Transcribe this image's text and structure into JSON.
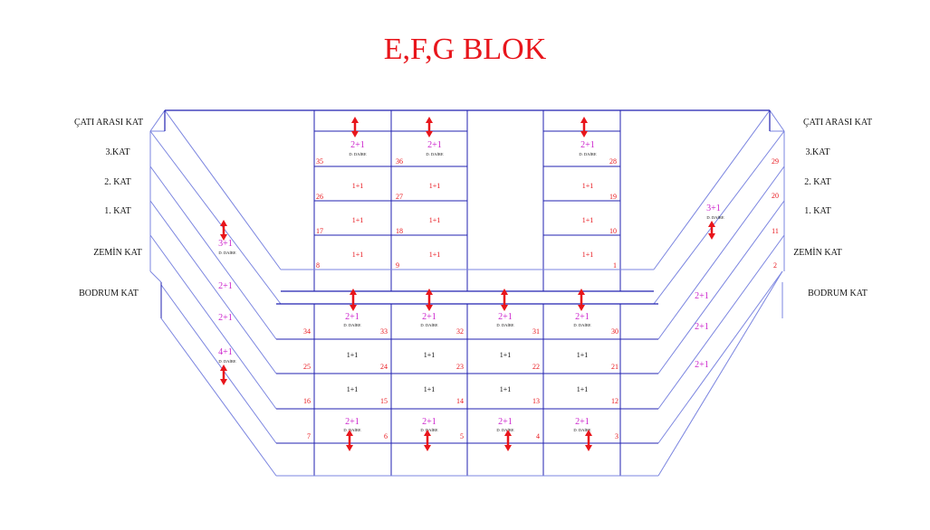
{
  "title": "E,F,G BLOK",
  "colors": {
    "grid_blue": "#2222b0",
    "diag_blue": "#7b85e0",
    "red": "#e8151b",
    "magenta": "#cc22cc",
    "label": "#111111"
  },
  "floor_labels_left": [
    "ÇATI ARASI KAT",
    "3.KAT",
    "2. KAT",
    "1. KAT",
    "ZEMİN KAT",
    "BODRUM KAT"
  ],
  "floor_labels_right": [
    "ÇATI ARASI KAT",
    "3.KAT",
    "2. KAT",
    "1. KAT",
    "ZEMİN KAT",
    "BODRUM KAT"
  ],
  "upper_block": {
    "roof_arrows": 3,
    "rows": [
      {
        "type": "2+1",
        "sub": "D. DAİRE",
        "cells": [
          {
            "num": "35"
          },
          {
            "num": "36"
          },
          {
            "num": ""
          },
          {
            "num": "28"
          }
        ]
      },
      {
        "type": "1+1",
        "cells": [
          {
            "num": "26"
          },
          {
            "num": "27"
          },
          {
            "num": ""
          },
          {
            "num": "19"
          }
        ]
      },
      {
        "type": "1+1",
        "cells": [
          {
            "num": "17"
          },
          {
            "num": "18"
          },
          {
            "num": ""
          },
          {
            "num": "10"
          }
        ]
      },
      {
        "type": "1+1",
        "cells": [
          {
            "num": "8"
          },
          {
            "num": "9"
          },
          {
            "num": ""
          },
          {
            "num": "1"
          }
        ]
      }
    ],
    "right_side_numbers": [
      "29",
      "20",
      "11",
      "2"
    ]
  },
  "lower_block": {
    "rows": [
      {
        "type": "2+1",
        "sub": "D. DAİRE",
        "nums": [
          "34",
          "33",
          "32",
          "31",
          "30"
        ]
      },
      {
        "type": "1+1",
        "nums": [
          "25",
          "24",
          "23",
          "22",
          "21"
        ]
      },
      {
        "type": "1+1",
        "nums": [
          "16",
          "15",
          "14",
          "13",
          "12"
        ]
      },
      {
        "type": "2+1",
        "sub": "D. DAİRE",
        "nums": [
          "7",
          "6",
          "5",
          "4",
          "3"
        ]
      }
    ]
  },
  "left_wing": [
    {
      "type": "3+1",
      "sub": "D. DAİRE"
    },
    {
      "type": "2+1"
    },
    {
      "type": "2+1"
    },
    {
      "type": "4+1",
      "sub": "D. DAİRE"
    }
  ],
  "right_wing": [
    {
      "type": "3+1",
      "sub": "D. DAİRE"
    },
    {
      "type": "2+1"
    },
    {
      "type": "2+1"
    },
    {
      "type": "2+1"
    }
  ]
}
